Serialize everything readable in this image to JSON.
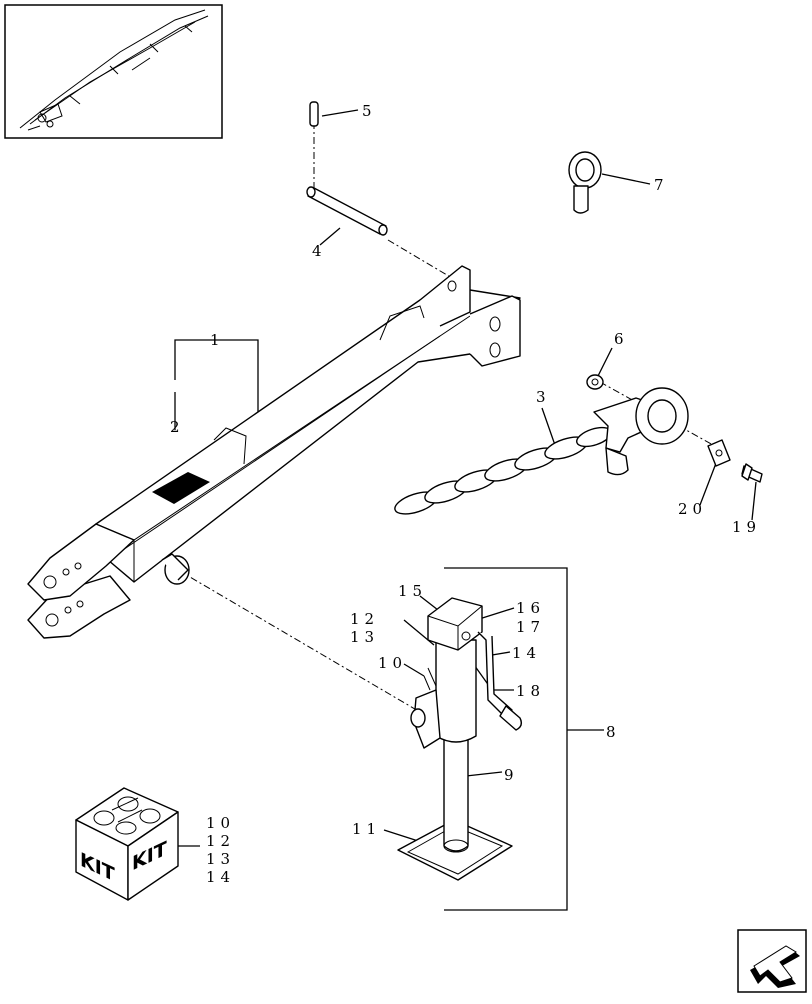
{
  "callouts": {
    "c1": "1",
    "c2": "2",
    "c3": "3",
    "c4": "4",
    "c5": "5",
    "c6": "6",
    "c7": "7",
    "c8": "8",
    "c9": "9",
    "c10": "10",
    "c11": "11",
    "c12": "12",
    "c13": "13",
    "c14": "14",
    "c15": "15",
    "c16": "16",
    "c17": "17",
    "c18": "18",
    "c19": "19",
    "c20": "20"
  },
  "kit": {
    "label_left": "KIT",
    "label_right": "KIT",
    "items": [
      "10",
      "12",
      "13",
      "14"
    ]
  },
  "icons": {
    "thumbnail": "overview-thumbnail-icon",
    "navigation": "previous-page-arrow-icon"
  }
}
